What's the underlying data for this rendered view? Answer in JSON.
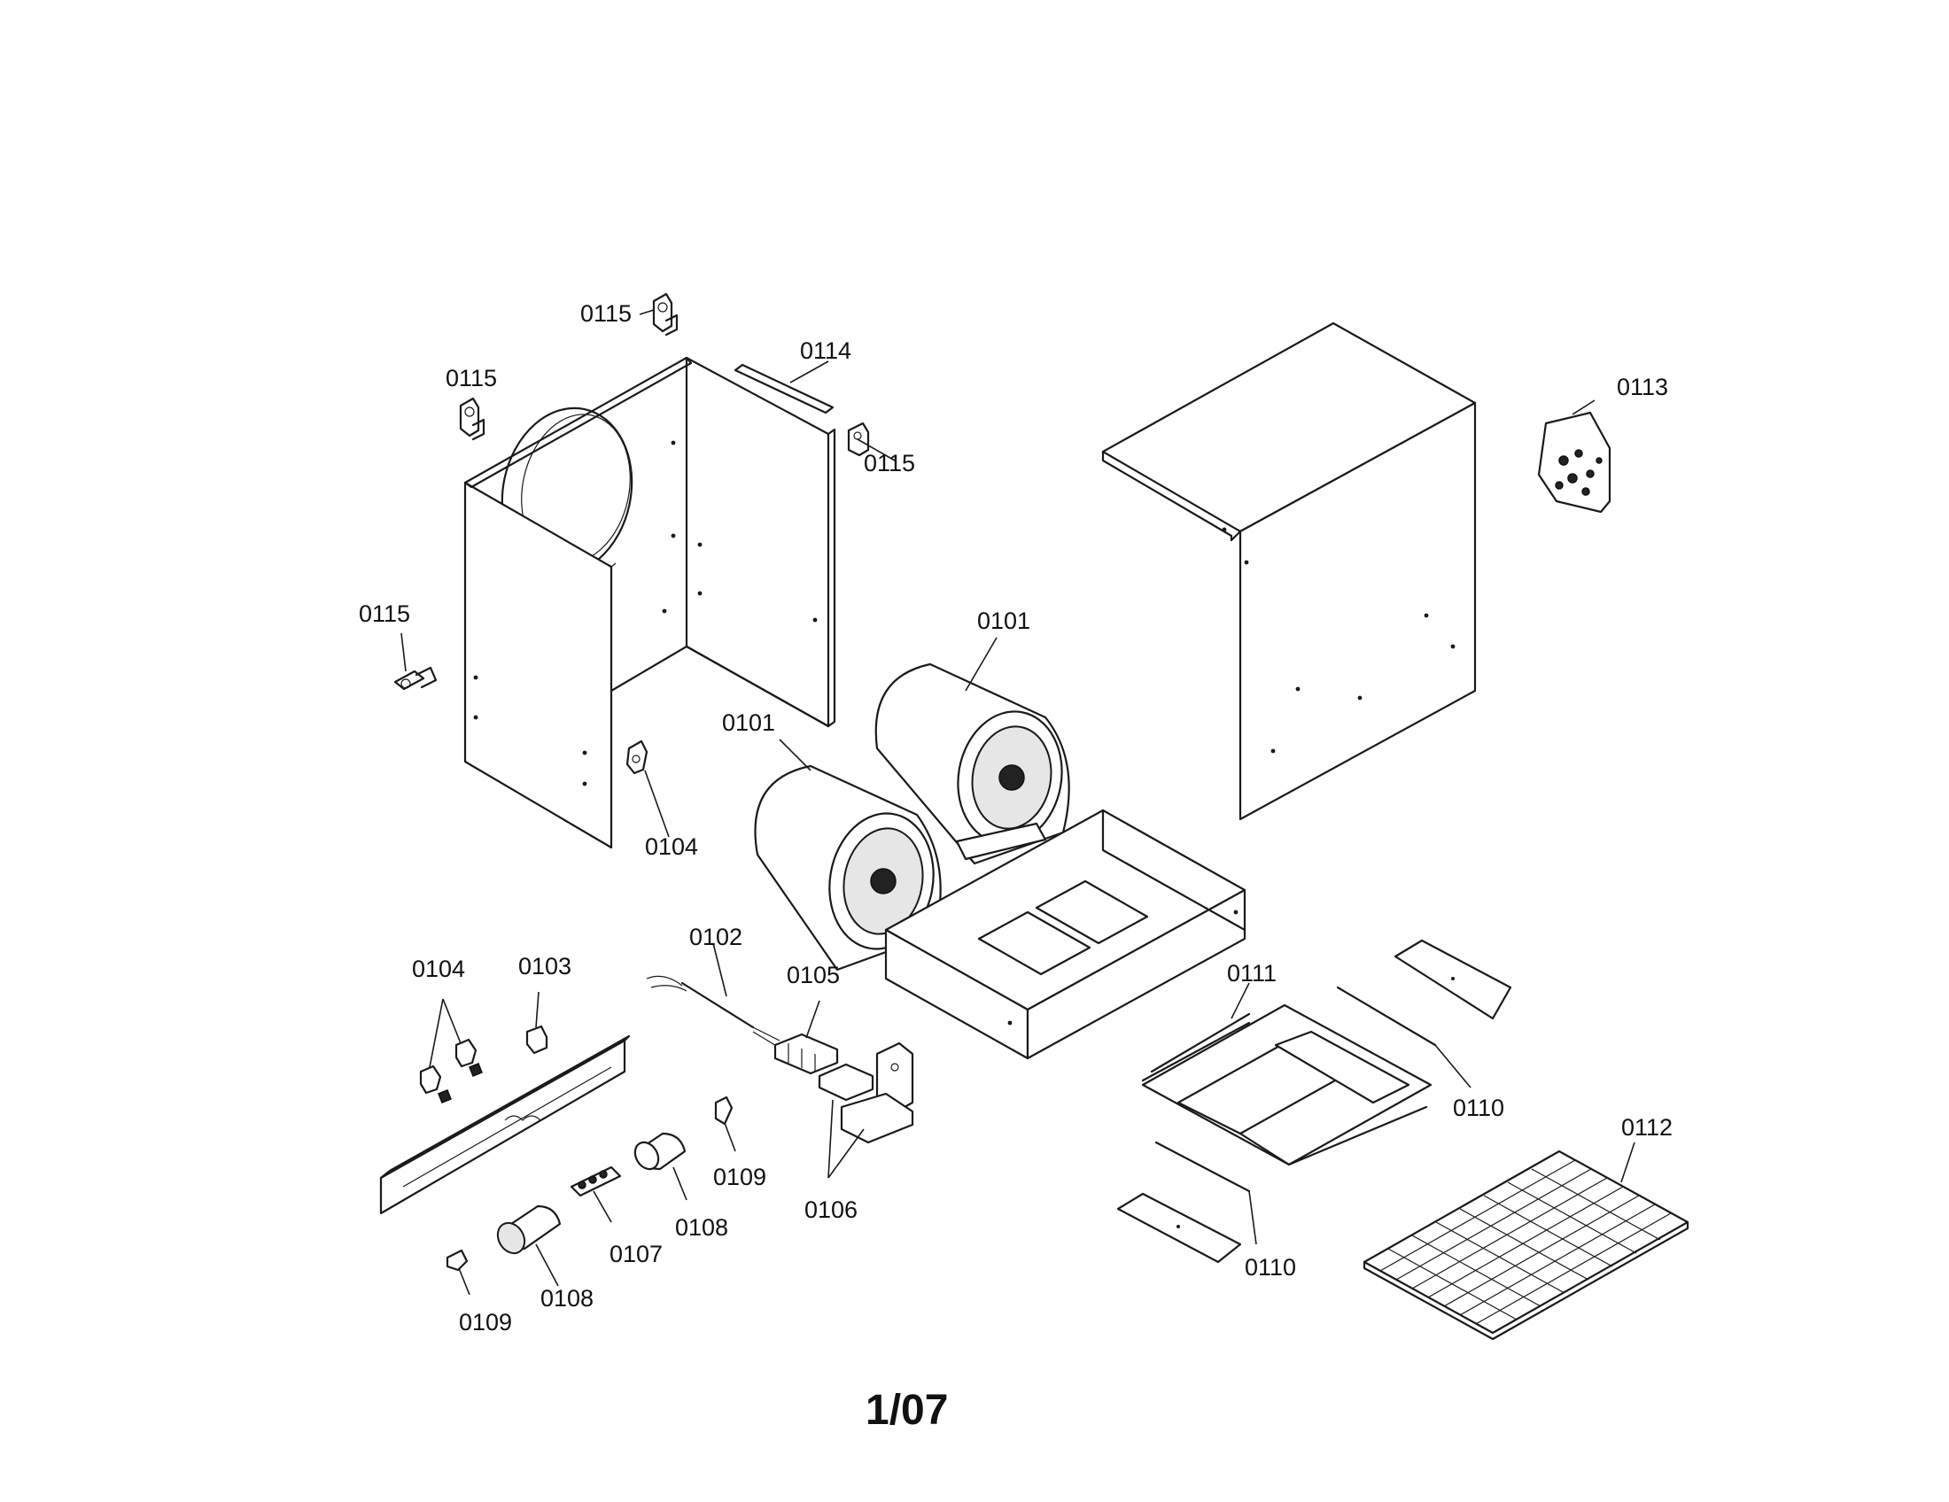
{
  "callouts": {
    "c0115a": "0115",
    "c0115b": "0115",
    "c0115c": "0115",
    "c0115d": "0115",
    "c0114": "0114",
    "c0113": "0113",
    "c0101a": "0101",
    "c0101b": "0101",
    "c0104a": "0104",
    "c0104b": "0104",
    "c0103": "0103",
    "c0102": "0102",
    "c0105": "0105",
    "c0106": "0106",
    "c0107": "0107",
    "c0108a": "0108",
    "c0108b": "0108",
    "c0109a": "0109",
    "c0109b": "0109",
    "c0110a": "0110",
    "c0110b": "0110",
    "c0111": "0111",
    "c0112": "0112"
  },
  "page_label": "1/07"
}
